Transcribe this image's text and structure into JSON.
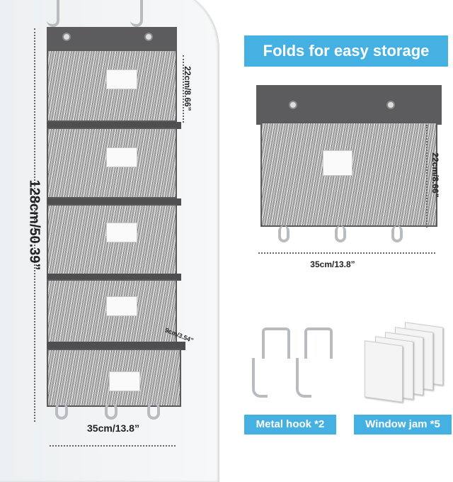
{
  "banner": {
    "title": "Folds for easy storage"
  },
  "dimensions": {
    "total_height": "128cm/50.39”",
    "pocket_height": "22cm/8.66”",
    "pocket_depth": "9cm/3.54”",
    "width": "35cm/13.8”",
    "folded_height": "22cm/8.66”",
    "folded_width": "35cm/13.8”"
  },
  "accessories": [
    {
      "label": "Metal hook *2"
    },
    {
      "label": "Window jam *5"
    }
  ],
  "colors": {
    "accent": "#45b0e2",
    "fabric": "#9a9a9a",
    "strap": "#5c5c5e"
  }
}
